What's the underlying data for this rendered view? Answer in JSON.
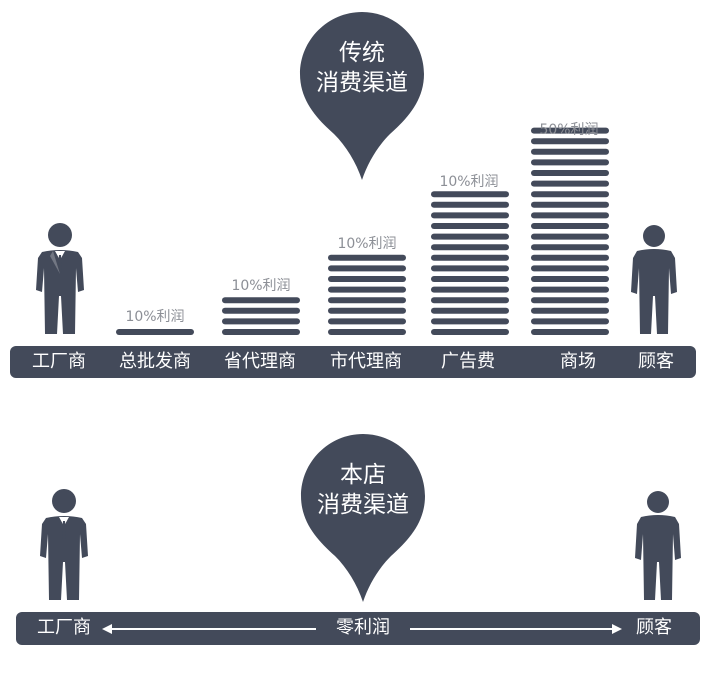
{
  "colors": {
    "main": "#434a5a",
    "label_gray": "#8c8f96",
    "white": "#ffffff"
  },
  "traditional": {
    "pin_line1": "传统",
    "pin_line2": "消费渠道",
    "band": [
      "工厂商",
      "总批发商",
      "省代理商",
      "市代理商",
      "广告费",
      "商场",
      "顾客"
    ],
    "stacks": [
      {
        "label": "10%利润",
        "lines": 1
      },
      {
        "label": "10%利润",
        "lines": 4
      },
      {
        "label": "10%利润",
        "lines": 8
      },
      {
        "label": "10%利润",
        "lines": 14
      },
      {
        "label": "50%利润",
        "lines": 20
      }
    ],
    "icons": [
      "businessman-icon",
      "customer-icon"
    ]
  },
  "ours": {
    "pin_line1": "本店",
    "pin_line2": "消费渠道",
    "left": "工厂商",
    "center": "零利润",
    "right": "顾客",
    "icons": [
      "businessman-icon",
      "customer-icon"
    ]
  }
}
